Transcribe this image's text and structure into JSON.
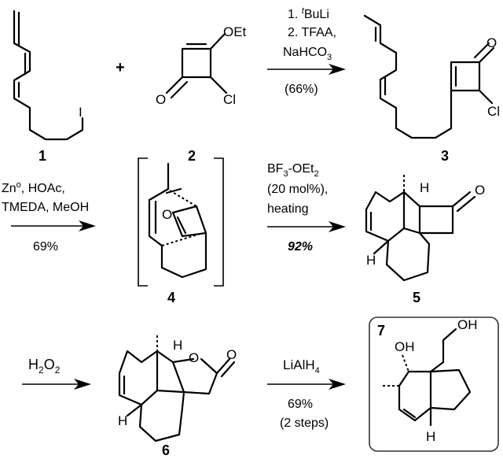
{
  "compounds": {
    "c1": "1",
    "c2": "2",
    "c3": "3",
    "c4": "4",
    "c5": "5",
    "c6": "6",
    "c7": "7"
  },
  "atoms": {
    "iodine": "I",
    "oxygen": "O",
    "chlorine": "Cl",
    "ethoxy": "OEt",
    "hydrogen": "H",
    "hydroxyl": "OH"
  },
  "plus": "+",
  "step1": {
    "line1_prefix": "1. ",
    "line1_sup": "t",
    "line1_rest": "BuLi",
    "line2": "2. TFAA,",
    "line3_prefix": "NaHCO",
    "line3_sub": "3",
    "yield": "(66%)"
  },
  "step2": {
    "line1_prefix": "Zn",
    "line1_sup": "o",
    "line1_rest": ", HOAc,",
    "line2": "TMEDA, MeOH",
    "yield": "69%"
  },
  "step3": {
    "line1_prefix": "BF",
    "line1_sub1": "3",
    "line1_mid": "-OEt",
    "line1_sub2": "2",
    "line2": "(20 mol%),",
    "line3": "heating",
    "yield": "92%"
  },
  "step4": {
    "reagent_prefix": "H",
    "reagent_sub1": "2",
    "reagent_mid": "O",
    "reagent_sub2": "2"
  },
  "step5": {
    "reagent_prefix": "LiAlH",
    "reagent_sub": "4",
    "yield": "69%",
    "note": "(2 steps)"
  }
}
